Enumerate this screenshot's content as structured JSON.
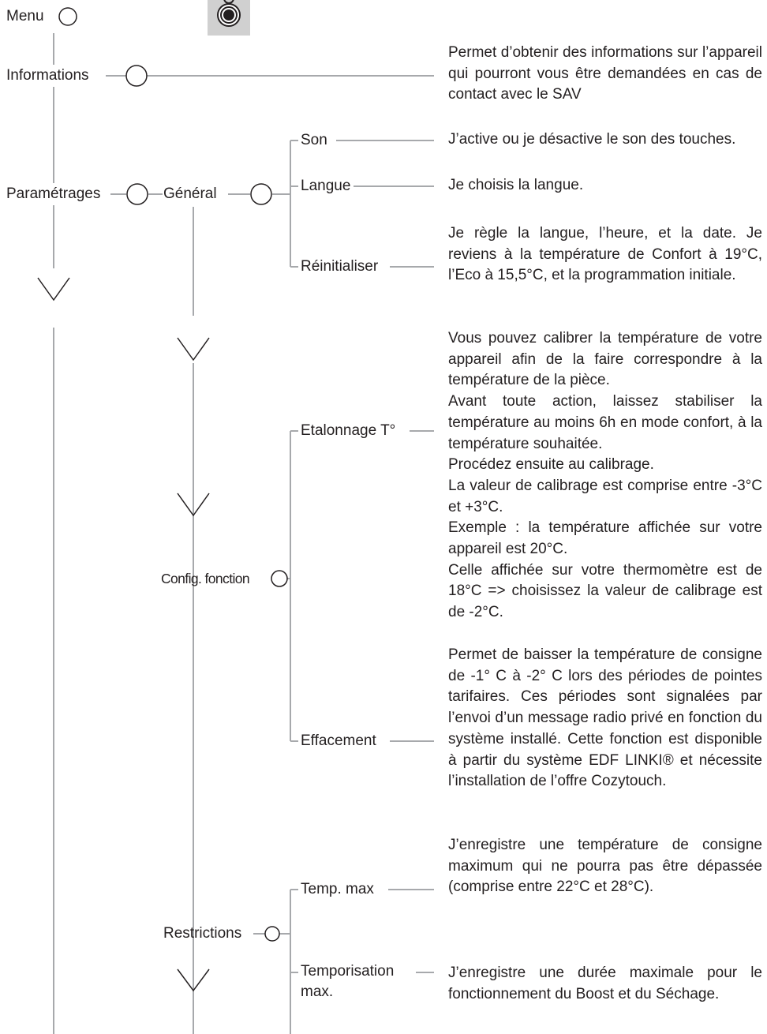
{
  "tree": {
    "menu": "Menu",
    "informations": "Informations",
    "parametrages": "Paramétrages",
    "general": "Général",
    "son": "Son",
    "langue": "Langue",
    "reinitialiser": "Réinitialiser",
    "config_fonction": "Config. fonction",
    "etalonnage": "Etalonnage T°",
    "effacement": "Effacement",
    "restrictions": "Restrictions",
    "temp_max": "Temp. max",
    "temporisation_line1": "Temporisation",
    "temporisation_line2": "max."
  },
  "descriptions": {
    "informations": "Permet d’obtenir des informations sur l’appareil qui pourront vous être demandées en cas de contact avec le SAV",
    "son": "J’active ou je désactive le son des touches.",
    "langue": "Je choisis la langue.",
    "reinitialiser": "Je règle la langue, l’heure, et la date. Je reviens à la température de Confort à 19°C, l’Eco à 15,5°C, et la programmation initiale.",
    "etalonnage": [
      "Vous pouvez calibrer la température de votre appareil afin de la faire correspondre à la température de la pièce.",
      "Avant toute action, laissez stabiliser la température au moins 6h en mode confort, à la température souhaitée.",
      "Procédez ensuite au calibrage.",
      "La valeur de calibrage est comprise entre -3°C et +3°C.",
      "Exemple : la température affichée sur votre appareil est 20°C.",
      "Celle affichée sur votre thermomètre est de 18°C => choisissez la valeur de calibrage est de -2°C."
    ],
    "effacement": "Permet de baisser la température de consigne de -1° C à -2° C lors des périodes de pointes tarifaires. Ces périodes sont signalées par l’envoi d’un message radio privé en fonction du système installé. Cette fonction est disponible à partir du système EDF LINKI® et nécessite l’installation de l’offre Cozytouch.",
    "temp_max": "J’enregistre une température de consigne maximum qui ne pourra pas être dépassée (comprise entre 22°C et 28°C).",
    "temporisation": "J’enregistre une durée maximale pour le fonctionnement du Boost et du Séchage."
  },
  "icons": {
    "knob": "rotary-knob-icon",
    "node": "circle-node-icon",
    "down": "chevron-down-icon"
  },
  "colors": {
    "line": "#a7a9ac",
    "text": "#231f20",
    "knob_bg": "#d0d0d0"
  }
}
